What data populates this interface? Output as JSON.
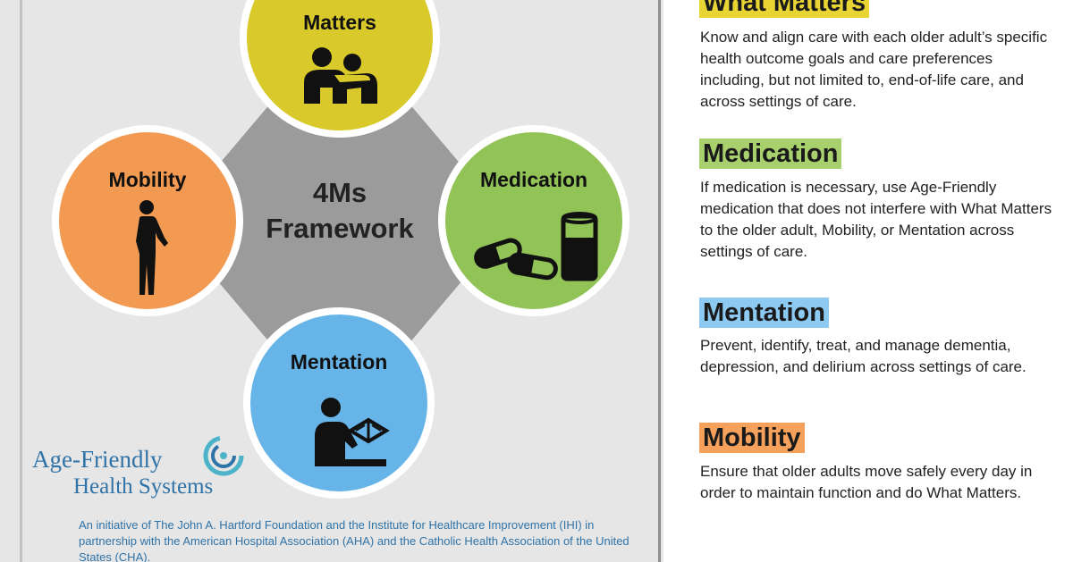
{
  "diagram": {
    "center_line1": "4Ms",
    "center_line2": "Framework",
    "circles": {
      "matters": "Matters",
      "mobility": "Mobility",
      "medication": "Medication",
      "mentation": "Mentation"
    }
  },
  "branding": {
    "logo_title": "Age-Friendly",
    "logo_subtitle": "Health Systems",
    "initiative_text": "An initiative of The John A. Hartford Foundation and the Institute for Healthcare Improvement (IHI) in partnership with the American Hospital Association (AHA) and the Catholic Health Association of the United States (CHA)."
  },
  "sections": {
    "what_matters": {
      "title": "What Matters",
      "body": "Know and align care with each older adult’s specific health outcome goals and care preferences including, but not limited to, end-of-life care, and across settings of care."
    },
    "medication": {
      "title": "Medication",
      "body": "If medication is necessary, use Age-Friendly medication that does not interfere with What Matters to the older adult, Mobility, or Mentation across settings of care."
    },
    "mentation": {
      "title": "Mentation",
      "body": "Prevent, identify, treat, and manage dementia, depression, and delirium across settings of care."
    },
    "mobility": {
      "title": "Mobility",
      "body": "Ensure that older adults move safely every day in order to maintain function and do What Matters."
    }
  },
  "colors": {
    "matters": "#d9c92a",
    "mobility": "#f29a52",
    "medication": "#92c357",
    "mentation": "#66b4e8",
    "center": "#9b9b9b",
    "brand_blue": "#2f73a8"
  },
  "icons": {
    "matters": "two-people-embracing-icon",
    "mobility": "person-walking-icon",
    "medication": "pills-and-glass-icon",
    "mentation": "person-reading-icon",
    "logo": "spiral-logo-icon"
  }
}
